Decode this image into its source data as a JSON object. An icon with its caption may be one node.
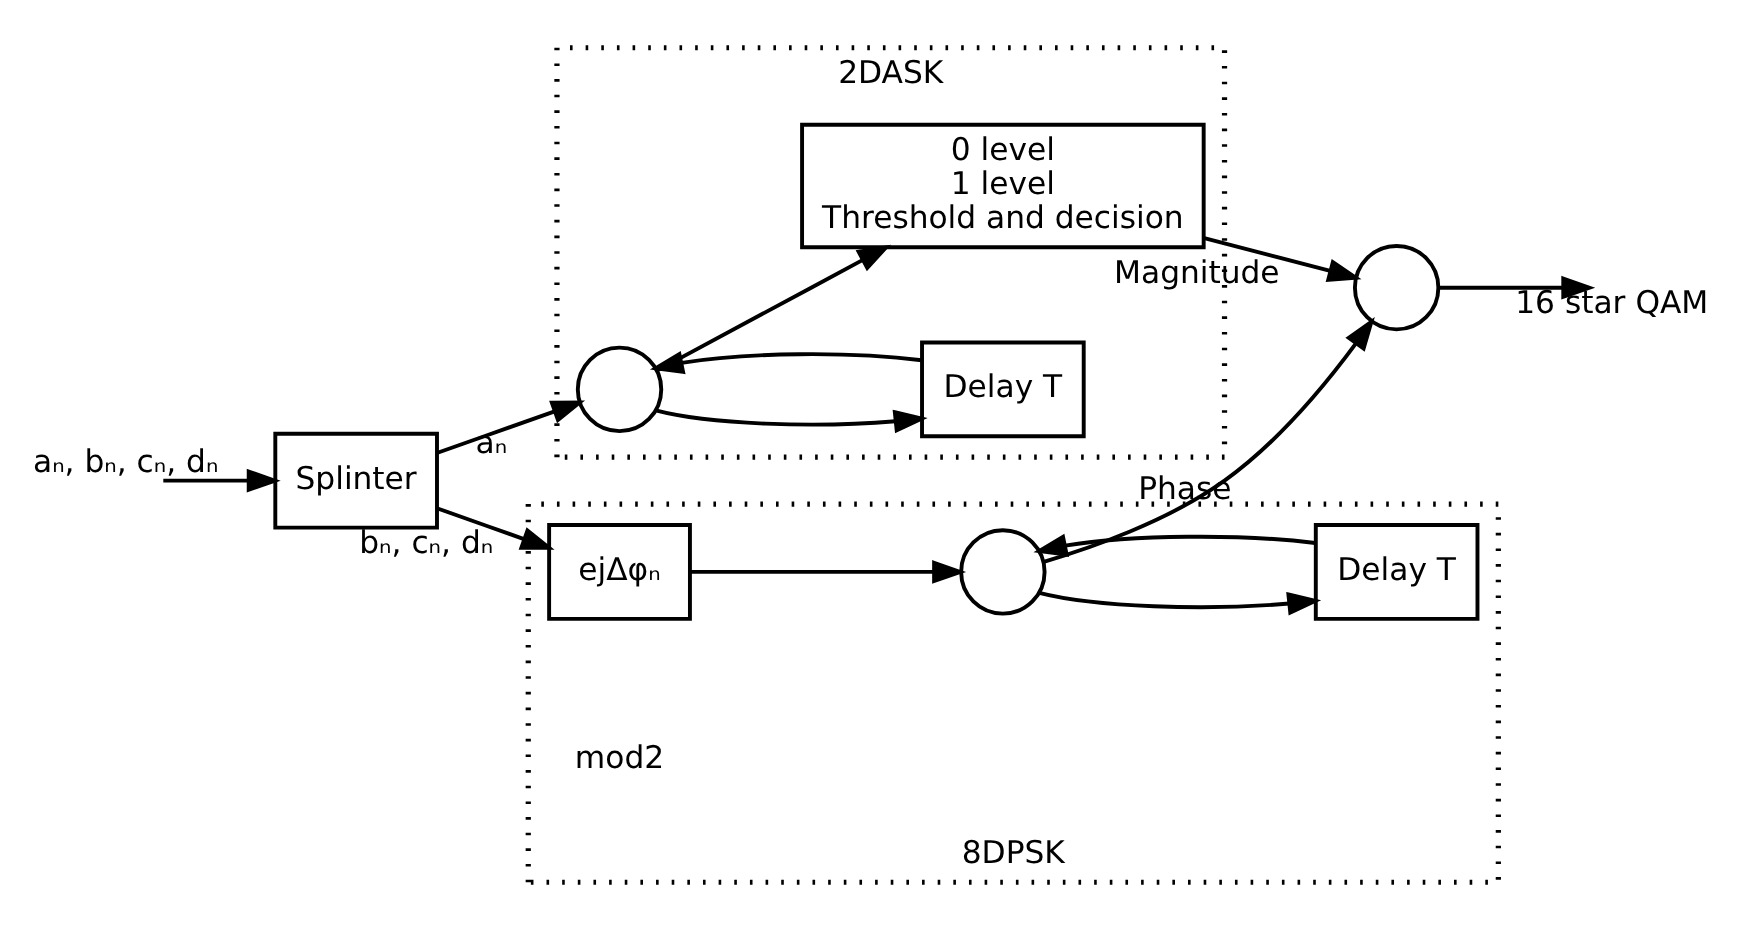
{
  "diagram": {
    "nodes": [
      {
        "text": [
          "2DASK"
        ]
      },
      {
        "text": [],
        "shape": "circle",
        "in": 0
      },
      {
        "text": [
          "Delay T"
        ],
        "in": 0
      },
      {
        "text": [
          "0 level",
          "1 level",
          "Threshold and decision"
        ],
        "in": 0
      },
      {
        "text": [
          "Splinter"
        ]
      },
      {
        "text": [
          "8DPSK"
        ]
      },
      {
        "text": [
          "ejΔφₙ"
        ],
        "in": 5
      },
      {
        "text": [],
        "shape": "circle",
        "in": 5
      },
      {
        "text": [
          "Delay T"
        ],
        "in": 5
      },
      {
        "text": [],
        "shape": "circle"
      }
    ],
    "edges": [
      {
        "from": null,
        "to": 4,
        "arrow": "to",
        "label": "aₙ, bₙ, cₙ, dₙ"
      },
      {
        "from": 4,
        "to": 1,
        "arrow": "to",
        "label": "aₙ"
      },
      {
        "from": 1,
        "to": 3,
        "arrow": "to"
      },
      {
        "from": 1,
        "to": 2,
        "arrow": "to"
      },
      {
        "from": 2,
        "to": 1,
        "arrow": "to"
      },
      {
        "from": 4,
        "to": 6,
        "arrow": "to",
        "label": "bₙ, cₙ, dₙ"
      },
      {
        "from": 6,
        "to": 7,
        "arrow": "to"
      },
      {
        "from": 7,
        "to": 9,
        "arrow": "to",
        "label": "Phase"
      },
      {
        "from": 7,
        "to": 8,
        "arrow": "to"
      },
      {
        "from": 8,
        "to": 7,
        "arrow": "to"
      },
      {
        "from": 3,
        "to": 9,
        "arrow": "to",
        "label": "Magnitude"
      },
      {
        "from": 9,
        "to": null,
        "arrow": "to",
        "label": "16 star QAM"
      }
    ],
    "labels": [
      "mod2"
    ]
  }
}
